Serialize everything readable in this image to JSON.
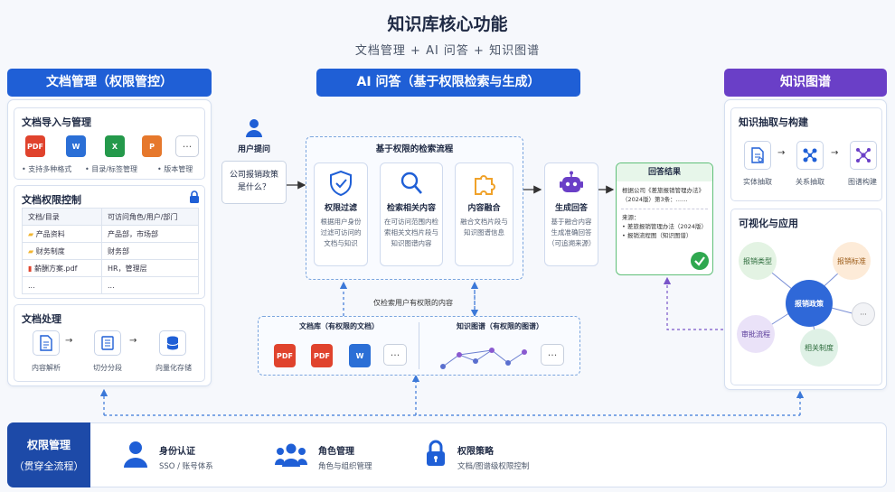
{
  "page": {
    "title": "知识库核心功能",
    "subtitle": "文档管理  +  AI 问答  +  知识图谱"
  },
  "left": {
    "header": "文档管理（权限管控）",
    "import": {
      "title": "文档导入与管理",
      "file_icons": [
        "PDF",
        "W",
        "X",
        "P"
      ],
      "more": "···",
      "features": [
        "• 支持多种格式",
        "• 目录/标签管理",
        "• 版本管理"
      ]
    },
    "perm": {
      "title": "文档权限控制",
      "table_headers": [
        "文档/目录",
        "可访问角色/用户/部门"
      ],
      "rows": [
        {
          "name": "产品资料",
          "access": "产品部，市场部"
        },
        {
          "name": "财务制度",
          "access": "财务部"
        },
        {
          "name": "薪酬方案.pdf",
          "access": "HR，管理层"
        },
        {
          "name": "...",
          "access": "..."
        }
      ]
    },
    "process": {
      "title": "文档处理",
      "steps": [
        "内容解析",
        "切分分段",
        "向量化存储"
      ]
    }
  },
  "center": {
    "header": "AI 问答（基于权限检索与生成）",
    "user_label": "用户提问",
    "question": "公司报销政策是什么？",
    "retrieval_title": "基于权限的检索流程",
    "steps": [
      {
        "title": "权限过滤",
        "desc": "根据用户身份过滤可访问的文档与知识"
      },
      {
        "title": "检索相关内容",
        "desc": "在可访问范围内检索相关文档片段与知识图谱内容"
      },
      {
        "title": "内容融合",
        "desc": "融合文档片段与知识图谱信息"
      }
    ],
    "generate": {
      "title": "生成回答",
      "desc": "基于融合内容生成准确回答（可追溯来源）"
    },
    "answer": {
      "title": "回答结果",
      "text": "根据公司《差旅报销管理办法》（2024版）第3条：……",
      "source_label": "来源：",
      "sources": [
        "• 差旅报销管理办法（2024版）",
        "• 报销流程图（知识图谱）"
      ]
    },
    "only_text": "仅检索用户有权限的内容",
    "doc_lib": {
      "title": "文档库（有权限的文档）",
      "icons": [
        "PDF",
        "PDF",
        "W"
      ],
      "more": "···"
    },
    "kg_lib": {
      "title": "知识图谱（有权限的图谱）",
      "more": "···"
    }
  },
  "right": {
    "header": "知识图谱",
    "extract": {
      "title": "知识抽取与构建",
      "steps": [
        "实体抽取",
        "关系抽取",
        "图谱构建"
      ]
    },
    "viz": {
      "title": "可视化与应用",
      "center": "报销政策",
      "nodes": [
        "报销类型",
        "报销标准",
        "审批流程",
        "相关制度"
      ],
      "more": "···"
    }
  },
  "bottom": {
    "label_line1": "权限管理",
    "label_line2": "（贯穿全流程）",
    "items": [
      {
        "title": "身份认证",
        "desc": "SSO / 账号体系"
      },
      {
        "title": "角色管理",
        "desc": "角色与组织管理"
      },
      {
        "title": "权限策略",
        "desc": "文档/图谱级权限控制"
      }
    ]
  },
  "colors": {
    "blue": "#1f5fd6",
    "purple": "#6a3fc7",
    "navy": "#1d4aa8",
    "green": "#2fa84f"
  }
}
